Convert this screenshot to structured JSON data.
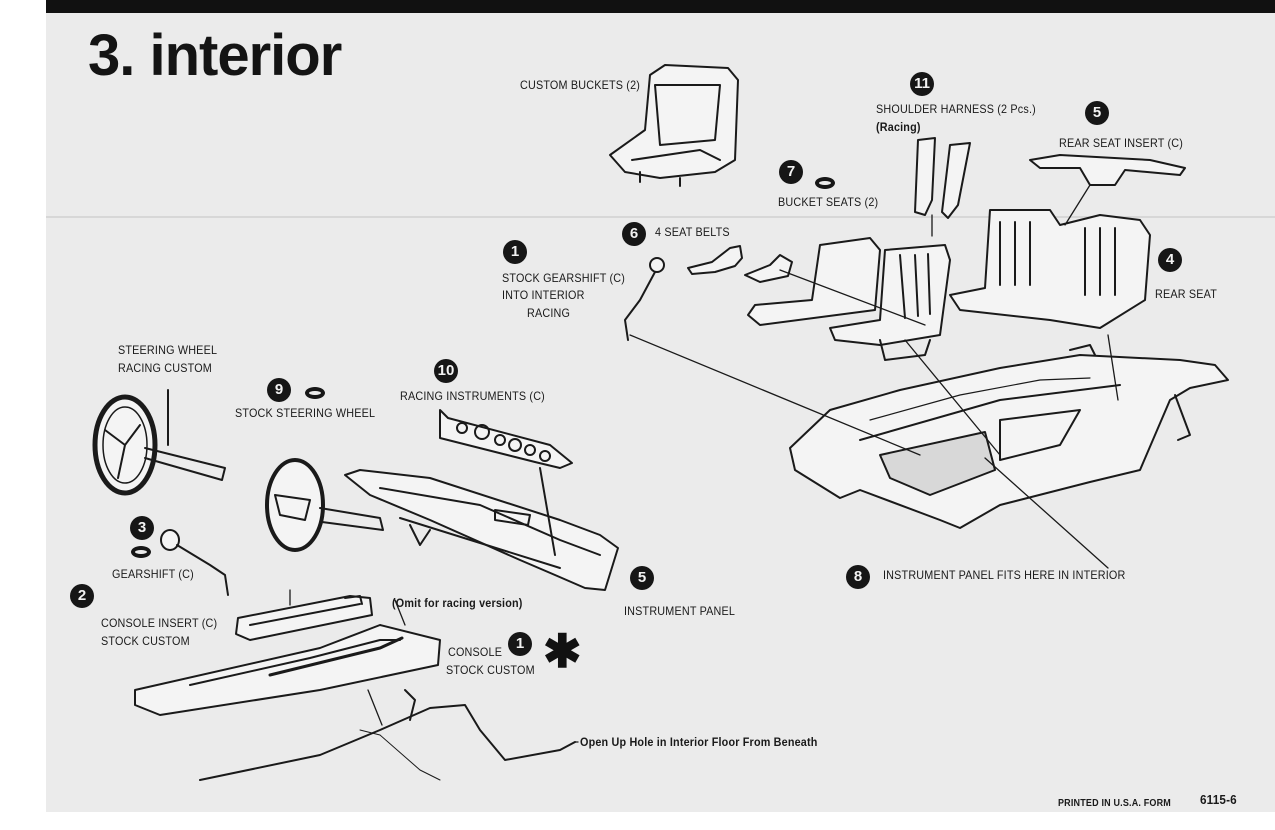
{
  "title": "3. interior",
  "labels": {
    "custom_buckets": "CUSTOM BUCKETS  (2)",
    "shoulder_harness_1": "SHOULDER HARNESS (2 Pcs.)",
    "shoulder_harness_2": "(Racing)",
    "rear_seat_insert": "REAR SEAT INSERT (C)",
    "bucket_seats": "BUCKET SEATS (2)",
    "seat_belts": "4  SEAT BELTS",
    "stock_gearshift_1": "STOCK GEARSHIFT (C)",
    "stock_gearshift_2": "INTO INTERIOR",
    "stock_gearshift_3": "RACING",
    "rear_seat": "REAR SEAT",
    "steering_wheel_1": "STEERING WHEEL",
    "steering_wheel_2": "RACING CUSTOM",
    "stock_steering_wheel": "STOCK STEERING WHEEL",
    "racing_instruments": "RACING INSTRUMENTS (C)",
    "gearshift": "GEARSHIFT (C)",
    "console_insert_1": "CONSOLE INSERT (C)",
    "console_insert_2": "STOCK CUSTOM",
    "omit_racing": "(Omit for racing version)",
    "console_1": "CONSOLE",
    "console_2": "STOCK CUSTOM",
    "instrument_panel": "INSTRUMENT PANEL",
    "instrument_panel_fits": "INSTRUMENT PANEL FITS HERE IN INTERIOR",
    "open_up_hole": "Open Up Hole in Interior Floor From Beneath",
    "printed": "PRINTED IN U.S.A.  FORM",
    "form_number": "6115-6"
  },
  "part_numbers": {
    "n11": "11",
    "n5": "5",
    "n7": "7",
    "n6": "6",
    "n1_gear": "1",
    "n4": "4",
    "n9": "9",
    "n10": "10",
    "n3": "3",
    "n2": "2",
    "n1_console": "1",
    "n5_panel": "5",
    "n8": "8"
  },
  "symbols": {
    "asterisk": "✱"
  }
}
